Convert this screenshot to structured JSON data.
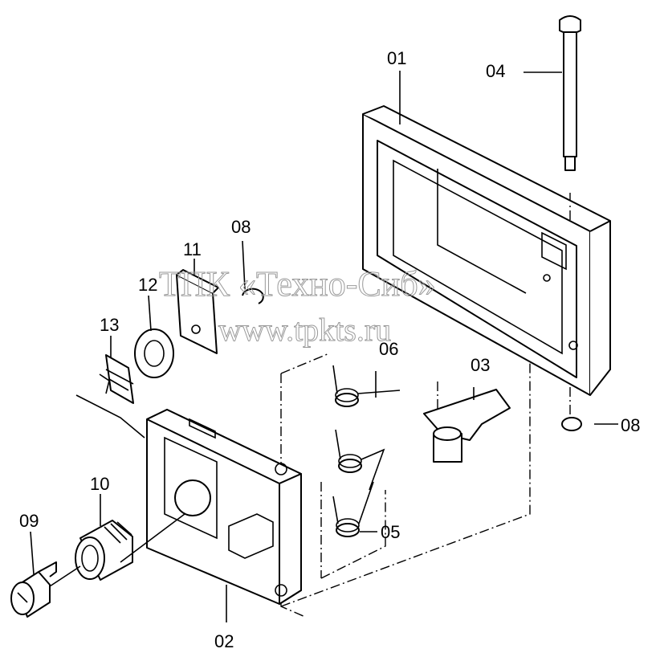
{
  "parts": {
    "p01": "01",
    "p02": "02",
    "p03": "03",
    "p04": "04",
    "p05": "05",
    "p06": "06",
    "p08a": "08",
    "p08b": "08",
    "p09": "09",
    "p10": "10",
    "p11": "11",
    "p12": "12",
    "p13": "13"
  },
  "watermark": {
    "line1": "ТПК «Техно-Сиб»",
    "line2": "www.tpkts.ru"
  },
  "colors": {
    "ink": "#000000",
    "paper": "#ffffff",
    "watermark": "#9a9a9a"
  }
}
